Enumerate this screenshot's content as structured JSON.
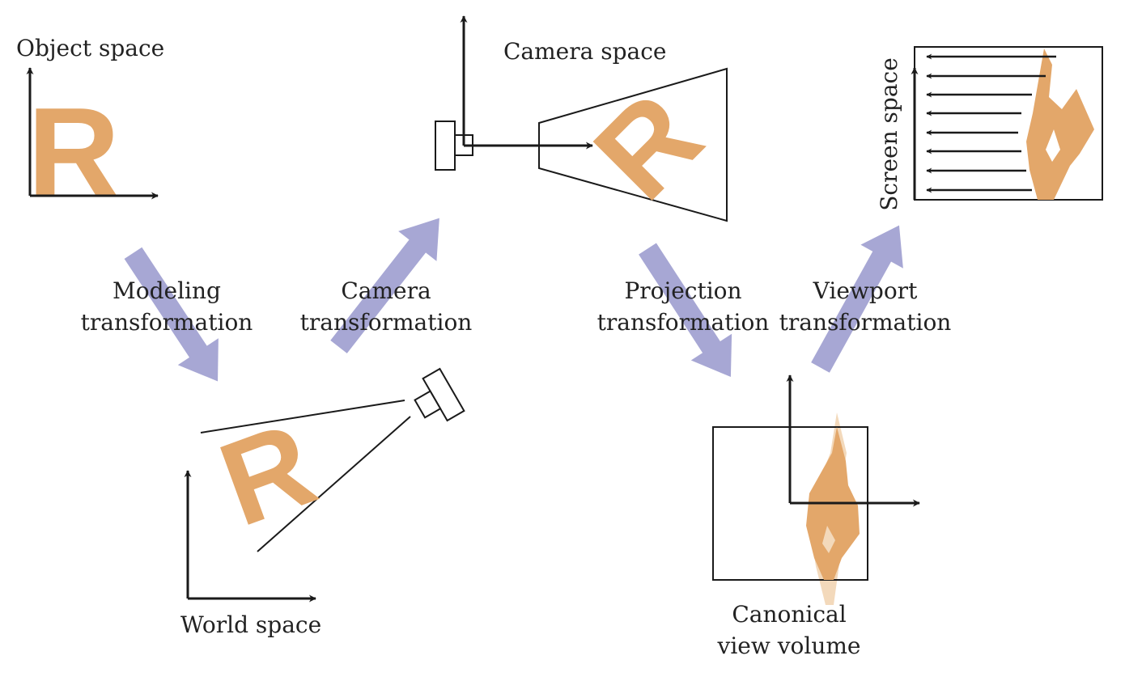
{
  "labels": {
    "object_space": "Object space",
    "camera_space": "Camera space",
    "screen_space": "Screen space",
    "world_space": "World space",
    "canonical_view_volume_line1": "Canonical",
    "canonical_view_volume_line2": "view volume"
  },
  "transformations": [
    {
      "line1": "Modeling",
      "line2": "transformation"
    },
    {
      "line1": "Camera",
      "line2": "transformation"
    },
    {
      "line1": "Projection",
      "line2": "transformation"
    },
    {
      "line1": "Viewport",
      "line2": "transformation"
    }
  ],
  "colors": {
    "letter_fill": "#e3a76a",
    "arrow_fill": "#a7a7d4",
    "line": "#1a1a1a",
    "text": "#222222"
  },
  "icons": {
    "letter": "R",
    "flow_arrow": "block-arrow",
    "camera": "camera-icon"
  }
}
